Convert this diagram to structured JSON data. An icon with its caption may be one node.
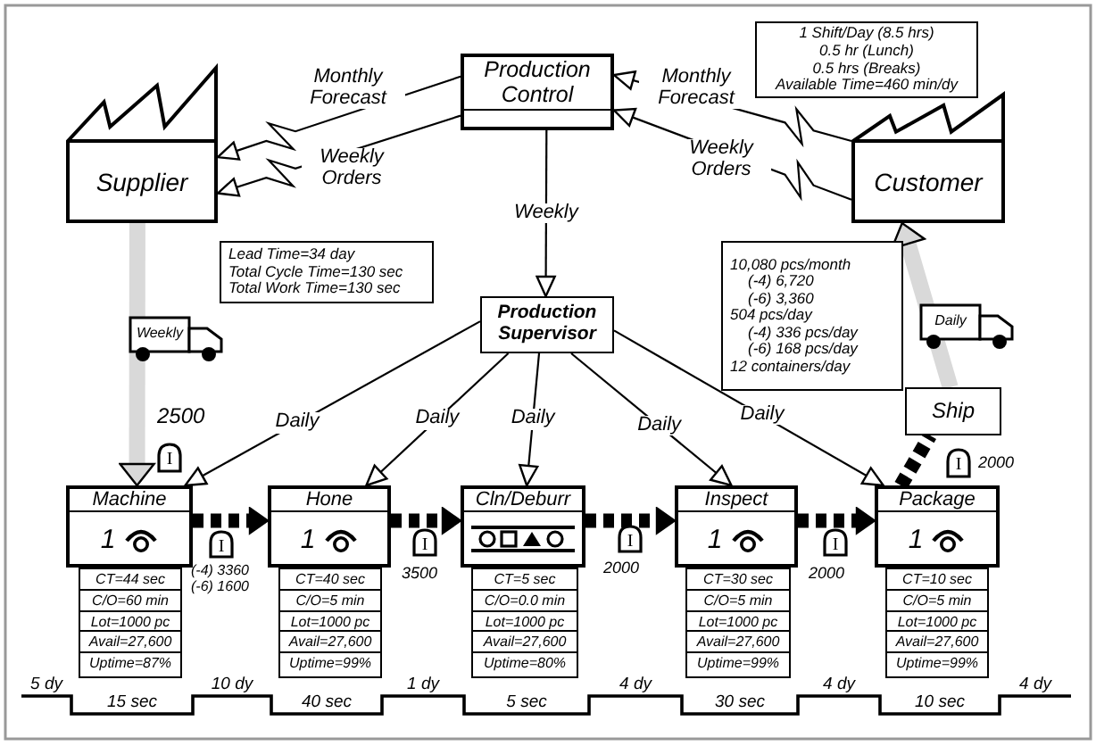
{
  "diagram": {
    "nodes": [
      {
        "text": [
          "1 Shift/Day (8.5 hrs)",
          "0.5 hr (Lunch)",
          "0.5 hrs (Breaks)",
          "Available Time=460 min/dy"
        ]
      },
      {
        "text": [
          "Production Control"
        ]
      },
      {
        "text": [
          "Supplier"
        ]
      },
      {
        "text": [
          "Customer"
        ]
      },
      {
        "text": [
          "Lead Time=34 day",
          "Total Cycle Time=130 sec",
          "Total Work Time=130 sec"
        ]
      },
      {
        "text": [
          "10,080 pcs/month",
          "(-4) 6,720",
          "(-6) 3,360",
          "504 pcs/day",
          "(-4) 336 pcs/day",
          "(-6) 168 pcs/day",
          "12 containers/day"
        ]
      },
      {
        "text": [
          "Production Supervisor"
        ]
      },
      {
        "text": [
          "Ship"
        ]
      },
      {
        "text": [
          "I"
        ],
        "beside": [
          "2500"
        ]
      },
      {
        "text": [
          "I"
        ],
        "beside": [
          "2000"
        ]
      },
      {
        "text": [
          "Machine",
          "1"
        ]
      },
      {
        "text": [
          "CT=44 sec",
          "C/O=60 min",
          "Lot=1000 pc",
          "Avail=27,600",
          "Uptime=87%"
        ]
      },
      {
        "text": [
          "I"
        ],
        "beside": [
          "(-4) 3360",
          "(-6) 1600"
        ]
      },
      {
        "text": [
          "Hone",
          "1"
        ]
      },
      {
        "text": [
          "CT=40 sec",
          "C/O=5 min",
          "Lot=1000 pc",
          "Avail=27,600",
          "Uptime=99%"
        ]
      },
      {
        "text": [
          "I"
        ],
        "beside": [
          "3500"
        ]
      },
      {
        "text": [
          "Cln/Deburr"
        ]
      },
      {
        "text": [
          "CT=5 sec",
          "C/O=0.0 min",
          "Lot=1000 pc",
          "Avail=27,600",
          "Uptime=80%"
        ]
      },
      {
        "text": [
          "I"
        ],
        "beside": [
          "2000"
        ]
      },
      {
        "text": [
          "Inspect",
          "1"
        ]
      },
      {
        "text": [
          "CT=30 sec",
          "C/O=5 min",
          "Lot=1000 pc",
          "Avail=27,600",
          "Uptime=99%"
        ]
      },
      {
        "text": [
          "I"
        ],
        "beside": [
          "2000"
        ]
      },
      {
        "text": [
          "Package",
          "1"
        ]
      },
      {
        "text": [
          "CT=10 sec",
          "C/O=5 min",
          "Lot=1000 pc",
          "Avail=27,600",
          "Uptime=99%"
        ]
      }
    ],
    "edges": [
      {
        "from": 1,
        "to": 2,
        "arrow": "to",
        "label": "Monthly Forecast"
      },
      {
        "from": 1,
        "to": 2,
        "arrow": "to",
        "label": "Weekly Orders"
      },
      {
        "from": 3,
        "to": 1,
        "arrow": "to",
        "label": "Monthly Forecast"
      },
      {
        "from": 3,
        "to": 1,
        "arrow": "to",
        "label": "Weekly Orders"
      },
      {
        "from": 1,
        "to": 6,
        "arrow": "to",
        "label": "Weekly"
      },
      {
        "from": 6,
        "to": 10,
        "arrow": "to",
        "label": "Daily"
      },
      {
        "from": 6,
        "to": 13,
        "arrow": "to",
        "label": "Daily"
      },
      {
        "from": 6,
        "to": 16,
        "arrow": "to",
        "label": "Daily"
      },
      {
        "from": 6,
        "to": 19,
        "arrow": "to",
        "label": "Daily"
      },
      {
        "from": 6,
        "to": 22,
        "arrow": "to",
        "label": "Daily"
      },
      {
        "from": 2,
        "to": 10,
        "arrow": "to",
        "style": "thick",
        "color": "#d9d9d9",
        "label": "Weekly"
      },
      {
        "from": 10,
        "to": 13,
        "arrow": "to",
        "style": "dashed"
      },
      {
        "from": 13,
        "to": 16,
        "arrow": "to",
        "style": "dashed"
      },
      {
        "from": 16,
        "to": 19,
        "arrow": "to",
        "style": "dashed"
      },
      {
        "from": 19,
        "to": 22,
        "arrow": "to",
        "style": "dashed"
      },
      {
        "from": 22,
        "to": 7,
        "arrow": "none",
        "style": "dashed"
      },
      {
        "from": 7,
        "to": 3,
        "arrow": "to",
        "style": "thick",
        "color": "#d9d9d9",
        "label": "Daily"
      }
    ],
    "labels": [
      "5 dy",
      "15 sec",
      "10 dy",
      "40 sec",
      "1 dy",
      "5 sec",
      "4 dy",
      "30 sec",
      "4 dy",
      "10 sec",
      "4 dy"
    ]
  }
}
